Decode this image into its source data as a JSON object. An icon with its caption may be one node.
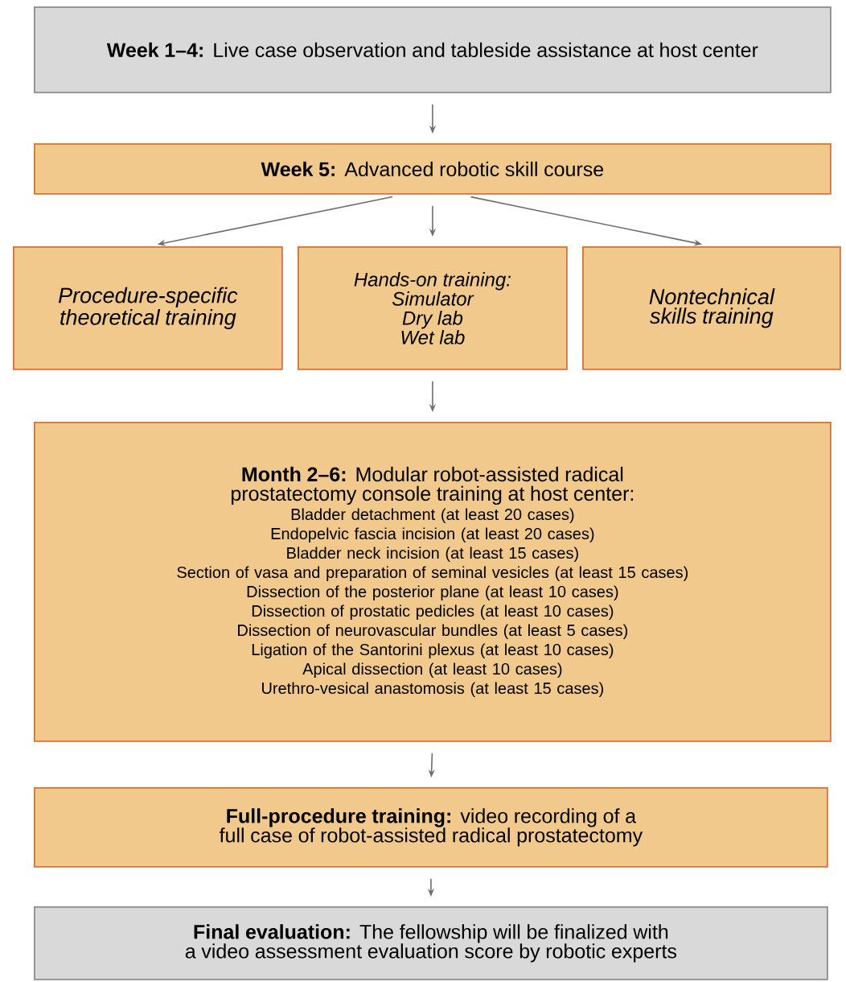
{
  "diagram": {
    "nodes": [
      {
        "text": [
          "**Week 1–4:** Live case observation and tableside assistance at host center"
        ]
      },
      {
        "text": [
          "**Week 5:** Advanced robotic skill course"
        ]
      },
      {
        "text": [
          "Procedure-specific theoretical training"
        ]
      },
      {
        "text": [
          "Hands-on training:",
          "Simulator",
          "Dry lab",
          "Wet lab"
        ]
      },
      {
        "text": [
          "Nontechnical skills training"
        ]
      },
      {
        "text": [
          "**Month 2–6:** Modular robot-assisted radical prostatectomy console training at host center:",
          "Bladder detachment (at least 20 cases)",
          "Endopelvic fascia incision (at least 20 cases)",
          "Bladder neck incision (at least 15 cases)",
          "Section of vasa and preparation of seminal vesicles (at least 15 cases)",
          "Dissection of the posterior plane (at least 10 cases)",
          "Dissection of prostatic pedicles (at least 10 cases)",
          "Dissection of neurovascular bundles (at least 5 cases)",
          "Ligation of the Santorini plexus (at least 10 cases)",
          "Apical dissection (at least 10 cases)",
          "Urethro-vesical anastomosis (at least 15 cases)"
        ]
      },
      {
        "text": [
          "**Full-procedure training:** video recording of a full case of robot-assisted radical prostatectomy"
        ]
      },
      {
        "text": [
          "**Final evaluation:** The fellowship will be finalized with a video assessment evaluation score by robotic experts"
        ]
      }
    ],
    "edges": [
      {
        "from": 0,
        "to": 1,
        "arrow": "to"
      },
      {
        "from": 1,
        "to": 2,
        "arrow": "to"
      },
      {
        "from": 1,
        "to": 3,
        "arrow": "to"
      },
      {
        "from": 1,
        "to": 4,
        "arrow": "to"
      },
      {
        "from": 3,
        "to": 5,
        "arrow": "to"
      },
      {
        "from": 5,
        "to": 6,
        "arrow": "to"
      },
      {
        "from": 6,
        "to": 7,
        "arrow": "to"
      }
    ]
  }
}
